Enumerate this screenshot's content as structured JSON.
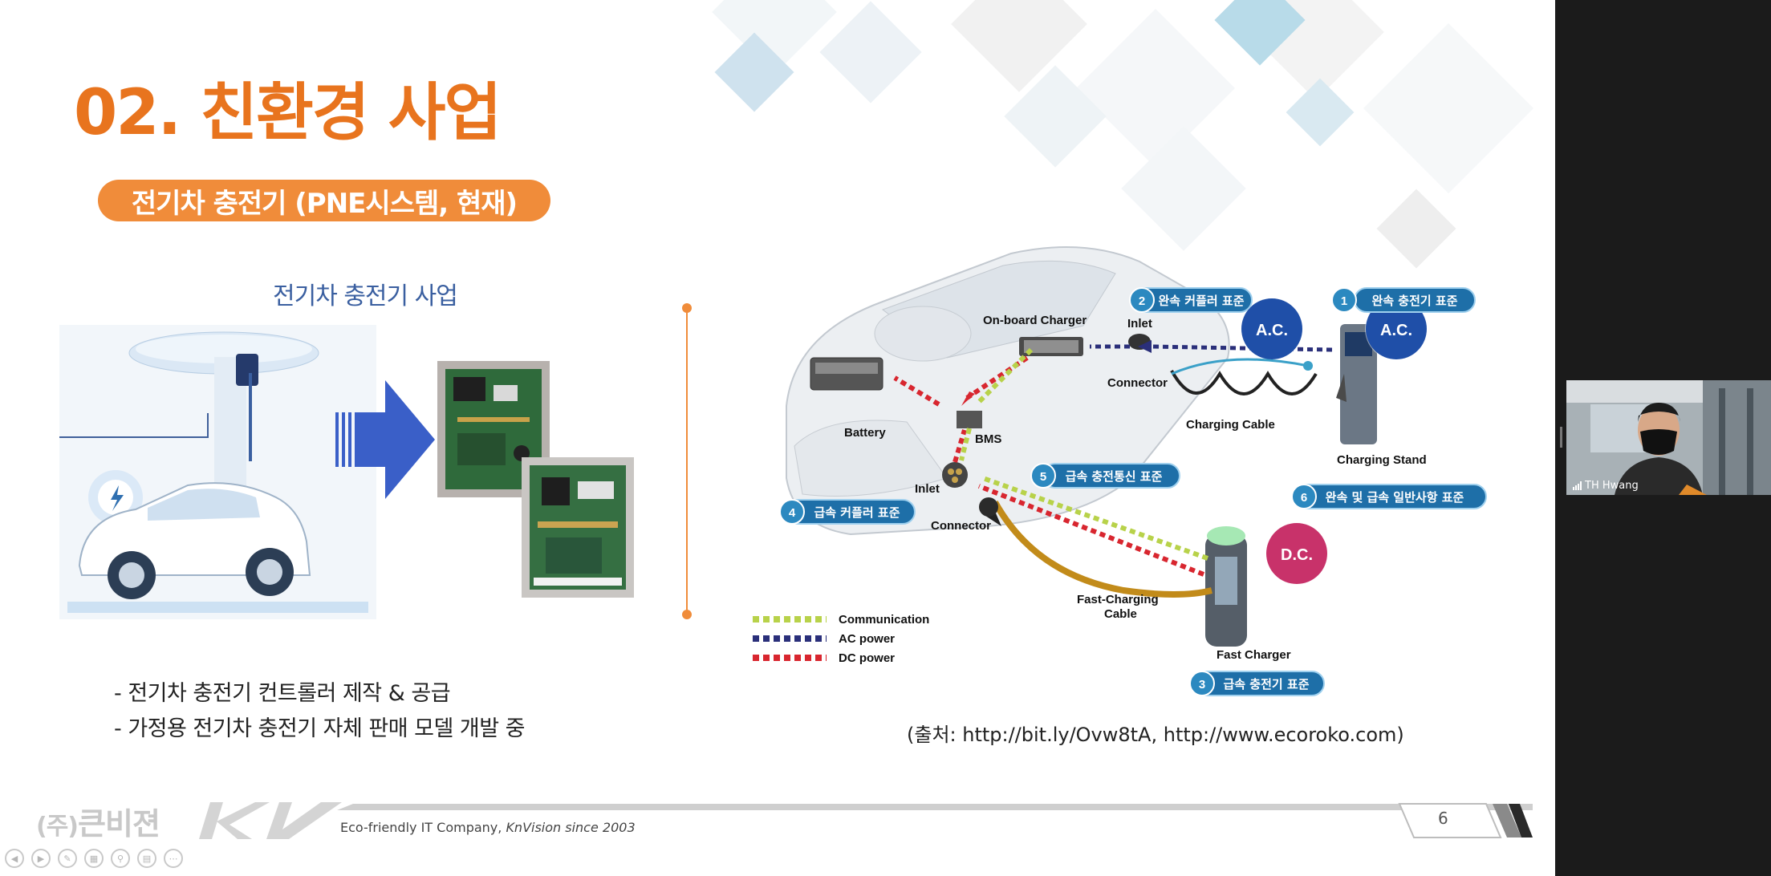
{
  "slide": {
    "title": "02. 친환경 사업",
    "subtitle": "전기차 충전기 (PNE시스템, 현재)",
    "left_heading": "전기차 충전기 사업",
    "bullets": [
      "- 전기차 충전기 컨트롤러 제작 & 공급",
      "- 가정용 전기차 충전기 자체 판매 모델 개발 중"
    ],
    "source": "(출처: http://bit.ly/Ovw8tA, http://www.ecoroko.com)",
    "page_number": "6"
  },
  "diagram": {
    "labels": {
      "onboard_charger": "On-board Charger",
      "inlet_top": "Inlet",
      "connector_top": "Connector",
      "charging_cable": "Charging Cable",
      "charging_stand": "Charging Stand",
      "battery": "Battery",
      "bms": "BMS",
      "inlet_bottom": "Inlet",
      "connector_bottom": "Connector",
      "fast_charging_cable_1": "Fast-Charging",
      "fast_charging_cable_2": "Cable",
      "fast_charger": "Fast Charger",
      "ac": "A.C.",
      "dc": "D.C."
    },
    "badges": [
      {
        "num": "1",
        "text": "완속 충전기 표준"
      },
      {
        "num": "2",
        "text": "완속 커플러 표준"
      },
      {
        "num": "3",
        "text": "급속 충전기 표준"
      },
      {
        "num": "4",
        "text": "급속 커플러 표준"
      },
      {
        "num": "5",
        "text": "급속 충전통신 표준"
      },
      {
        "num": "6",
        "text": "완속 및 급속 일반사항 표준"
      }
    ],
    "legend": [
      {
        "label": "Communication",
        "color": "#b8d24a"
      },
      {
        "label": "AC power",
        "color": "#2a2f7a"
      },
      {
        "label": "DC power",
        "color": "#d8262f"
      }
    ]
  },
  "footer": {
    "company_paren": "(주)",
    "company_name": "큰비젼",
    "tagline_plain": "Eco-friendly IT Company, ",
    "tagline_italic": "KnVision since 2003"
  },
  "participant": {
    "name": "TH Hwang"
  },
  "colors": {
    "accent_orange": "#e8741e",
    "pill_orange": "#f08c3a",
    "heading_blue": "#3a5fa0",
    "ac_blue": "#1f4fa8",
    "dc_pink": "#c8326a"
  },
  "controls": [
    "prev-icon",
    "play-icon",
    "pen-icon",
    "slides-icon",
    "zoom-icon",
    "subtitles-icon",
    "more-icon"
  ]
}
